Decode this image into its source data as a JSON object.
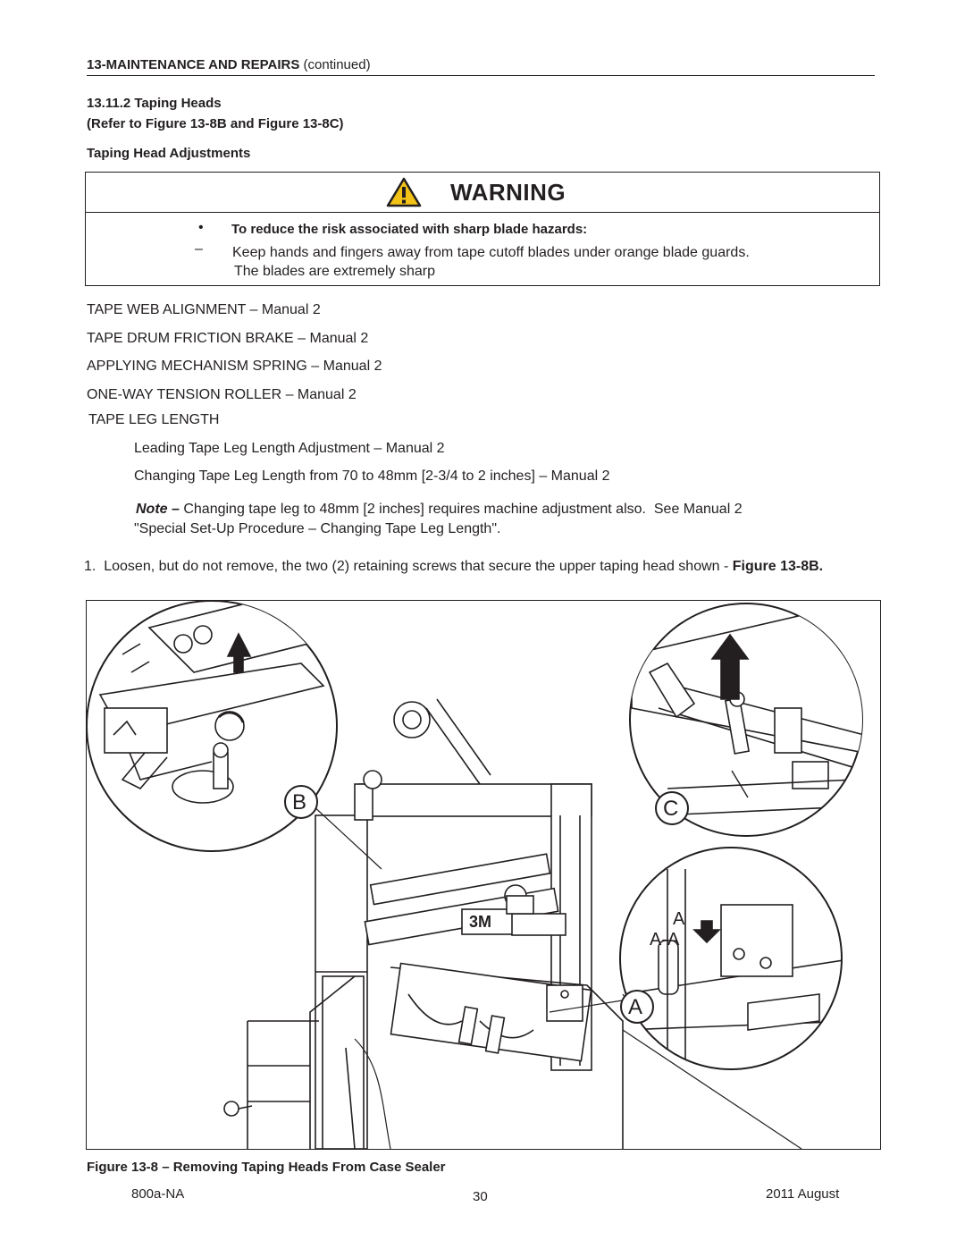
{
  "header": {
    "section": "13-MAINTENANCE AND REPAIRS",
    "continued": "(continued)"
  },
  "subsection": {
    "number_title": "13.11.2  Taping Heads",
    "reference": "(Refer to Figure 13-8B and Figure 13-8C)",
    "adjustments_title": "Taping Head Adjustments"
  },
  "warning": {
    "title": "WARNING",
    "bullet": "•",
    "hazard": "To reduce the risk associated with sharp blade hazards:",
    "dash": "–",
    "line1": "Keep hands and fingers away from tape cutoff blades under orange blade guards.",
    "line2": "The blades are extremely sharp"
  },
  "adjustments": [
    "TAPE WEB ALIGNMENT – Manual 2",
    "TAPE DRUM FRICTION BRAKE – Manual 2",
    "APPLYING MECHANISM SPRING – Manual 2",
    "ONE-WAY TENSION ROLLER – Manual 2"
  ],
  "tape_leg": {
    "title": "TAPE LEG LENGTH",
    "item1": "Leading Tape Leg Length Adjustment – Manual 2",
    "item2": "Changing Tape Leg Length from 70 to 48mm [2-3/4 to 2 inches] – Manual 2",
    "note_label": "Note –",
    "note_line1": " Changing tape leg to 48mm [2 inches] requires machine adjustment also.  See Manual 2",
    "note_line2": "\"Special Set-Up Procedure – Changing Tape Leg Length\"."
  },
  "step1": {
    "text": "1.  Loosen, but do not remove, the two (2) retaining screws that secure the upper taping head shown - ",
    "ref": "Figure 13-8B."
  },
  "figure": {
    "label_b": "B",
    "label_c": "C",
    "label_a": "A",
    "label_a_top": "A",
    "label_aa": "A-A",
    "logo": "3M",
    "caption": "Figure 13-8 – Removing Taping Heads From Case Sealer"
  },
  "footer": {
    "left": "800a-NA",
    "center": "30",
    "right": "2011 August"
  }
}
